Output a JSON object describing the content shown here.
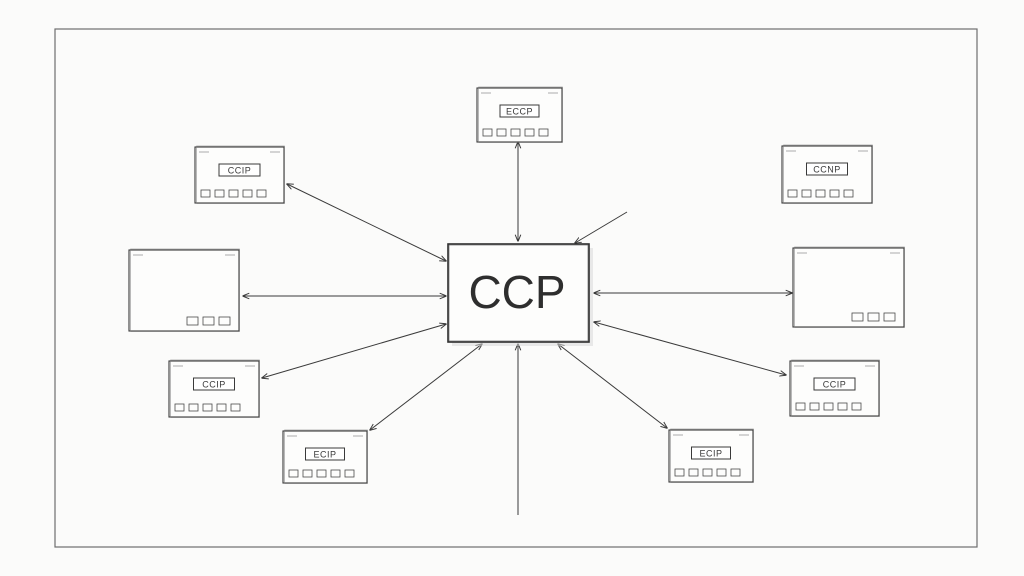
{
  "center": {
    "label": "CCP"
  },
  "nodes": [
    {
      "id": "top",
      "label": "ECCP"
    },
    {
      "id": "upper-left",
      "label": "CCIP"
    },
    {
      "id": "upper-right",
      "label": "CCNP"
    },
    {
      "id": "mid-left",
      "label": ""
    },
    {
      "id": "mid-right",
      "label": ""
    },
    {
      "id": "lower-left",
      "label": "CCIP"
    },
    {
      "id": "lower-right",
      "label": "CCIP"
    },
    {
      "id": "bottom-left",
      "label": "ECIP"
    },
    {
      "id": "bottom-right",
      "label": "ECIP"
    }
  ],
  "colors": {
    "ink": "#3a3a3a",
    "paper": "#fbfbfa",
    "frame": "#6e6e6e"
  }
}
